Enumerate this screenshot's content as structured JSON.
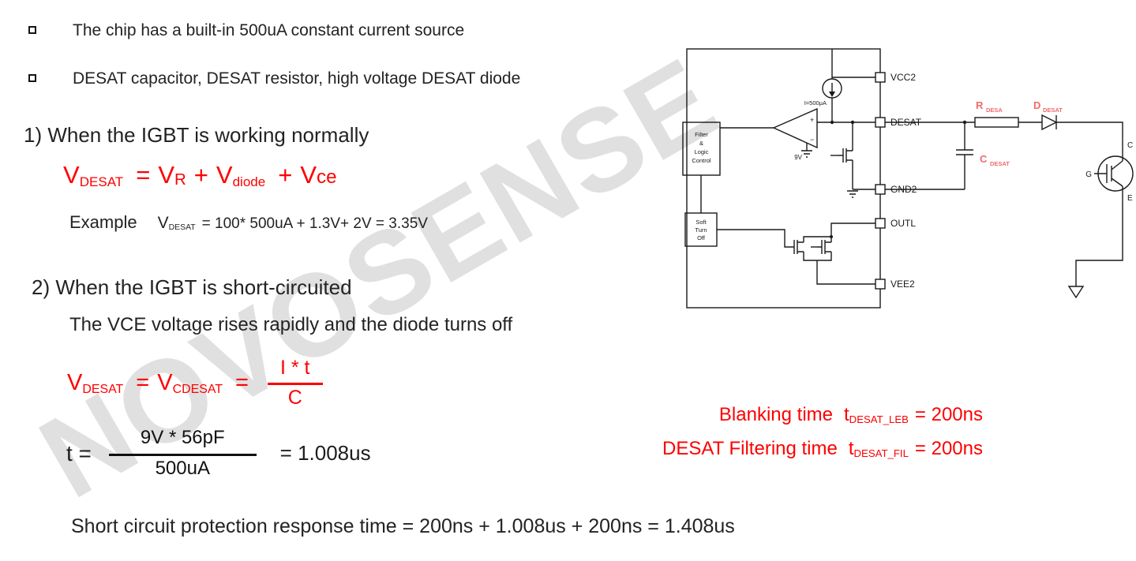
{
  "watermark": "NOVOSENSE",
  "bullets": {
    "b1": "The chip has a built-in 500uA constant current source",
    "b2": "DESAT capacitor, DESAT resistor, high voltage DESAT diode"
  },
  "normal": {
    "heading": "1) When the IGBT is working normally",
    "formula": {
      "v1": "V",
      "sub1": "DESAT",
      "eq": "=",
      "v2": "V",
      "sub2": "R",
      "plus1": "+",
      "v3": "V",
      "sub3": "diode",
      "plus2": "+",
      "v4": "V",
      "v4b": "ce"
    },
    "example": {
      "label": "Example",
      "v": "V",
      "sub": "DESAT",
      "expr": "= 100* 500uA + 1.3V+ 2V = 3.35V"
    }
  },
  "short": {
    "heading": "2) When the IGBT is short-circuited",
    "desc": "The VCE voltage rises rapidly and the diode turns off",
    "formula": {
      "v1": "V",
      "sub1": "DESAT",
      "eq1": "=",
      "v2": "V",
      "sub2": "CDESAT",
      "eq2": "=",
      "num": "I * t",
      "den": "C"
    },
    "t_formula": {
      "lhs": "t =",
      "num": "9V * 56pF",
      "den": "500uA",
      "result": "= 1.008us"
    }
  },
  "conclusion": "Short circuit protection response time = 200ns + 1.008us + 200ns = 1.408us",
  "timing": {
    "blanking_label": "Blanking time",
    "blanking_var": "t",
    "blanking_sub": "DESAT_LEB",
    "blanking_value": "= 200ns",
    "filtering_label": "DESAT Filtering time",
    "filtering_var": "t",
    "filtering_sub": "DESAT_FIL",
    "filtering_value": "= 200ns"
  },
  "circuit": {
    "pins": {
      "vcc2": "VCC2",
      "desat": "DESAT",
      "gnd2": "GND2",
      "outl": "OUTL",
      "vee2": "VEE2"
    },
    "current_source": "I=500μA",
    "ref_voltage": "9V",
    "comp_plus": "+",
    "comp_minus": "−",
    "filter_lines": [
      "Filter",
      "&",
      "Logic",
      "Control"
    ],
    "soft_lines": [
      "Soft",
      "Turn",
      "Off"
    ],
    "r_name": "R",
    "r_sub": "DESA",
    "d_name": "D",
    "d_sub": "DESAT",
    "c_name": "C",
    "c_sub": "DESAT",
    "igbt_c": "C",
    "igbt_g": "G",
    "igbt_e": "E"
  },
  "colors": {
    "formula_red": "#fe0000",
    "label_red": "#f16a6a"
  }
}
